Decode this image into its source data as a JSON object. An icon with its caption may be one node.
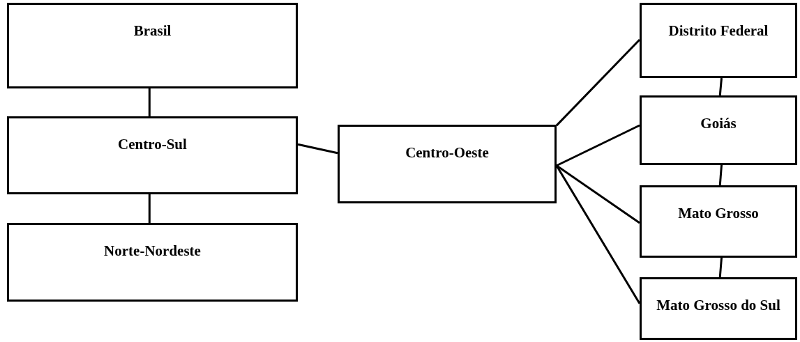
{
  "diagram": {
    "nodes": [
      {
        "text": [
          "Brasil"
        ]
      },
      {
        "text": [
          "Centro-Sul"
        ]
      },
      {
        "text": [
          "Norte-Nordeste"
        ]
      },
      {
        "text": [
          "Centro-Oeste"
        ]
      },
      {
        "text": [
          "Distrito Federal"
        ]
      },
      {
        "text": [
          "Goiás"
        ]
      },
      {
        "text": [
          "Mato Grosso"
        ]
      },
      {
        "text": [
          "Mato Grosso do Sul"
        ]
      }
    ],
    "edges": [
      {
        "from": 0,
        "to": 1,
        "arrow": "none"
      },
      {
        "from": 1,
        "to": 2,
        "arrow": "none"
      },
      {
        "from": 1,
        "to": 3,
        "arrow": "none"
      },
      {
        "from": 3,
        "to": 4,
        "arrow": "none"
      },
      {
        "from": 3,
        "to": 5,
        "arrow": "none"
      },
      {
        "from": 3,
        "to": 6,
        "arrow": "none"
      },
      {
        "from": 3,
        "to": 7,
        "arrow": "none"
      },
      {
        "from": 4,
        "to": 5,
        "arrow": "none"
      },
      {
        "from": 5,
        "to": 6,
        "arrow": "none"
      },
      {
        "from": 6,
        "to": 7,
        "arrow": "none"
      }
    ]
  }
}
